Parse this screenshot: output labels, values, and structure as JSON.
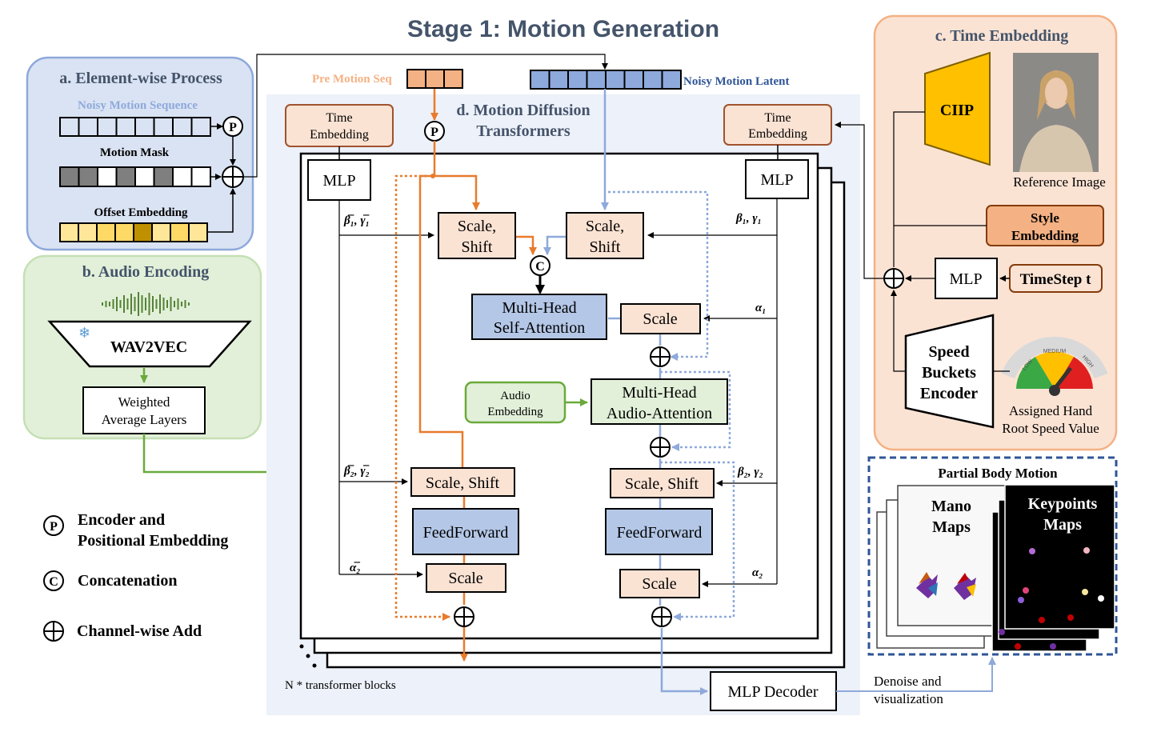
{
  "title": "Stage 1: Motion Generation",
  "panel_a": {
    "title": "a. Element-wise Process",
    "noisy_seq": "Noisy Motion Sequence",
    "motion_mask": "Motion Mask",
    "offset_embedding": "Offset Embedding"
  },
  "panel_b": {
    "title": "b. Audio Encoding",
    "wav2vec": "WAV2VEC",
    "weighted_line1": "Weighted",
    "weighted_line2": "Average Layers"
  },
  "legend": {
    "p_symbol": "P",
    "p_line1": "Encoder and",
    "p_line2": "Positional Embedding",
    "c_symbol": "C",
    "c_text": "Concatenation",
    "add_text": "Channel-wise Add"
  },
  "panel_c": {
    "title": "c. Time Embedding",
    "clip": "CIIP",
    "reference_image": "Reference Image",
    "style_line1": "Style",
    "style_line2": "Embedding",
    "mlp": "MLP",
    "timestep": "TimeStep t",
    "speed_line1": "Speed",
    "speed_line2": "Buckets",
    "speed_line3": "Encoder",
    "gauge_low": "LOW",
    "gauge_medium": "MEDIUM",
    "gauge_high": "HIGH",
    "assigned_line1": "Assigned Hand",
    "assigned_line2": "Root Speed Value"
  },
  "panel_d": {
    "title_line1": "d. Motion Diffusion",
    "title_line2": "Transformers",
    "pre_motion_seq": "Pre Motion Seq",
    "noisy_motion_latent": "Noisy Motion Latent",
    "time_emb_line1": "Time",
    "time_emb_line2": "Embedding",
    "mlp": "MLP",
    "scale_shift_line1": "Scale,",
    "scale_shift_line2": "Shift",
    "scale_shift": "Scale, Shift",
    "mhsa_line1": "Multi-Head",
    "mhsa_line2": "Self-Attention",
    "mhaa_line1": "Multi-Head",
    "mhaa_line2": "Audio-Attention",
    "audio_emb_line1": "Audio",
    "audio_emb_line2": "Embedding",
    "scale": "Scale",
    "feedforward": "FeedForward",
    "beta1_bar": "β̅₁, γ̅₁",
    "beta1": "β₁, γ₁",
    "alpha1": "α₁",
    "beta2_bar": "β̅₂, γ̅₂",
    "beta2": "β₂, γ₂",
    "alpha2_bar": "α̅₂",
    "alpha2": "α₂",
    "n_blocks": "N * transformer blocks",
    "mlp_decoder": "MLP Decoder",
    "denoise_line1": "Denoise and",
    "denoise_line2": "visualization"
  },
  "partial": {
    "title": "Partial Body Motion",
    "mano_line1": "Mano",
    "mano_line2": "Maps",
    "kp_line1": "Keypoints",
    "kp_line2": "Maps"
  },
  "colors": {
    "orange": "#e87b2c",
    "blue_line": "#8ea9db",
    "green": "#6aaa3c",
    "peach": "#fbe3d4",
    "peach_border": "#a0522d",
    "blue_box": "#b4c7e7",
    "green_box": "#e2f0d9",
    "clip_yellow": "#ffc000"
  }
}
